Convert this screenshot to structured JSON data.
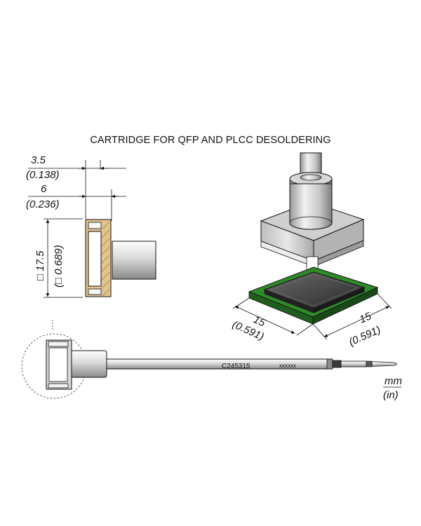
{
  "title": "CARTRIDGE FOR QFP AND PLCC DESOLDERING",
  "dimensions": {
    "depth_a_mm": "3.5",
    "depth_a_in": "(0.138)",
    "depth_b_mm": "6",
    "depth_b_in": "(0.236)",
    "size_mm": "□ 17.5",
    "size_in": "(□ 0.689)",
    "side1_mm": "15",
    "side1_in": "(0.591)",
    "side2_mm": "15",
    "side2_in": "(0.591)"
  },
  "part_code": "C245315",
  "serial": "xxxxxx",
  "units": {
    "primary": "mm",
    "secondary": "(in)"
  },
  "colors": {
    "line": "#111111",
    "metal_light": "#e6e6e6",
    "metal_mid": "#bdbdbd",
    "metal_dark": "#7a7a7a",
    "pcb_green": "#2f8a2a",
    "chip_dark": "#3a3a3a",
    "insulator_tan": "#e2c48e"
  }
}
